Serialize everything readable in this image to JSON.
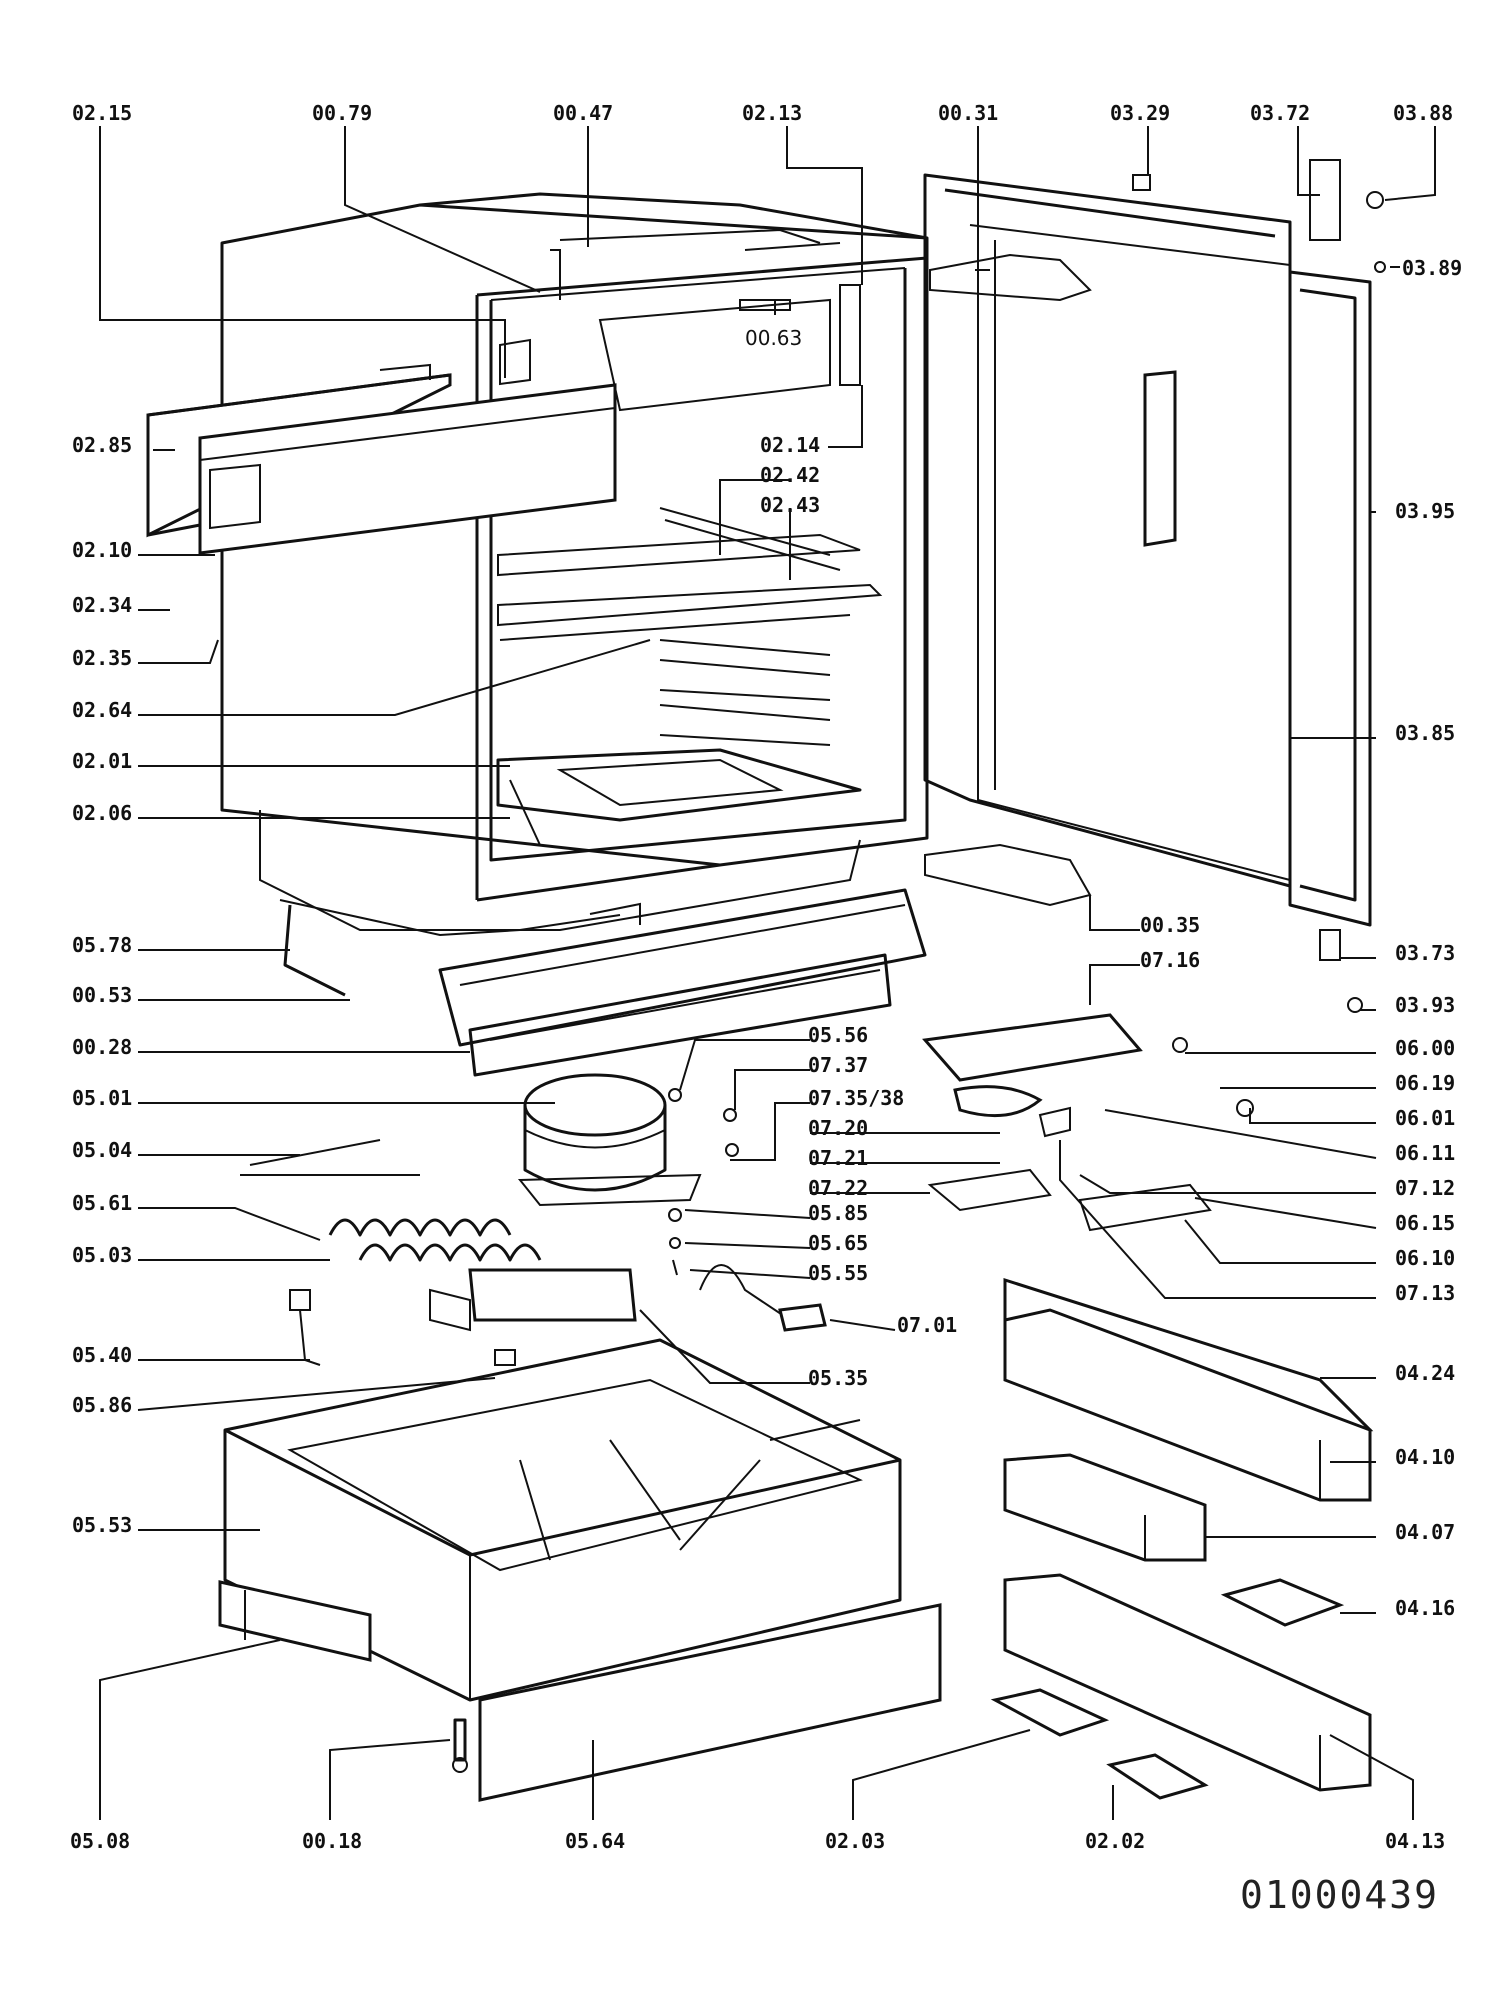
{
  "document_number": "01000439",
  "labels": [
    {
      "id": "l0215",
      "text": "02.15"
    },
    {
      "id": "l0079",
      "text": "00.79"
    },
    {
      "id": "l0047",
      "text": "00.47"
    },
    {
      "id": "l0213",
      "text": "02.13"
    },
    {
      "id": "l0031",
      "text": "00.31"
    },
    {
      "id": "l0329",
      "text": "03.29"
    },
    {
      "id": "l0372",
      "text": "03.72"
    },
    {
      "id": "l0388",
      "text": "03.88"
    },
    {
      "id": "l0389",
      "text": "03.89"
    },
    {
      "id": "l0063",
      "text": "00.63"
    },
    {
      "id": "l0285",
      "text": "02.85"
    },
    {
      "id": "l0214",
      "text": "02.14"
    },
    {
      "id": "l0242",
      "text": "02.42"
    },
    {
      "id": "l0243",
      "text": "02.43"
    },
    {
      "id": "l0395",
      "text": "03.95"
    },
    {
      "id": "l0210",
      "text": "02.10"
    },
    {
      "id": "l0234",
      "text": "02.34"
    },
    {
      "id": "l0235",
      "text": "02.35"
    },
    {
      "id": "l0264",
      "text": "02.64"
    },
    {
      "id": "l0201",
      "text": "02.01"
    },
    {
      "id": "l0206",
      "text": "02.06"
    },
    {
      "id": "l0385",
      "text": "03.85"
    },
    {
      "id": "l0035",
      "text": "00.35"
    },
    {
      "id": "l0578",
      "text": "05.78"
    },
    {
      "id": "l0373",
      "text": "03.73"
    },
    {
      "id": "l0716",
      "text": "07.16"
    },
    {
      "id": "l0053",
      "text": "00.53"
    },
    {
      "id": "l0393",
      "text": "03.93"
    },
    {
      "id": "l0028",
      "text": "00.28"
    },
    {
      "id": "l0556",
      "text": "05.56"
    },
    {
      "id": "l0600",
      "text": "06.00"
    },
    {
      "id": "l0737",
      "text": "07.37"
    },
    {
      "id": "l0501",
      "text": "05.01"
    },
    {
      "id": "l0619",
      "text": "06.19"
    },
    {
      "id": "l07353",
      "text": "07.35/38"
    },
    {
      "id": "l0601",
      "text": "06.01"
    },
    {
      "id": "l0720",
      "text": "07.20"
    },
    {
      "id": "l0504",
      "text": "05.04"
    },
    {
      "id": "l0611",
      "text": "06.11"
    },
    {
      "id": "l0721",
      "text": "07.21"
    },
    {
      "id": "l0712",
      "text": "07.12"
    },
    {
      "id": "l0722",
      "text": "07.22"
    },
    {
      "id": "l0561",
      "text": "05.61"
    },
    {
      "id": "l0585",
      "text": "05.85"
    },
    {
      "id": "l0615",
      "text": "06.15"
    },
    {
      "id": "l0503",
      "text": "05.03"
    },
    {
      "id": "l0565",
      "text": "05.65"
    },
    {
      "id": "l0610",
      "text": "06.10"
    },
    {
      "id": "l0555",
      "text": "05.55"
    },
    {
      "id": "l0713",
      "text": "07.13"
    },
    {
      "id": "l0701",
      "text": "07.01"
    },
    {
      "id": "l0540",
      "text": "05.40"
    },
    {
      "id": "l0535",
      "text": "05.35"
    },
    {
      "id": "l0424",
      "text": "04.24"
    },
    {
      "id": "l0586",
      "text": "05.86"
    },
    {
      "id": "l0410",
      "text": "04.10"
    },
    {
      "id": "l0553",
      "text": "05.53"
    },
    {
      "id": "l0407",
      "text": "04.07"
    },
    {
      "id": "l0416",
      "text": "04.16"
    },
    {
      "id": "l0508",
      "text": "05.08"
    },
    {
      "id": "l0018",
      "text": "00.18"
    },
    {
      "id": "l0564",
      "text": "05.64"
    },
    {
      "id": "l0203",
      "text": "02.03"
    },
    {
      "id": "l0202",
      "text": "02.02"
    },
    {
      "id": "l0413",
      "text": "04.13"
    }
  ]
}
